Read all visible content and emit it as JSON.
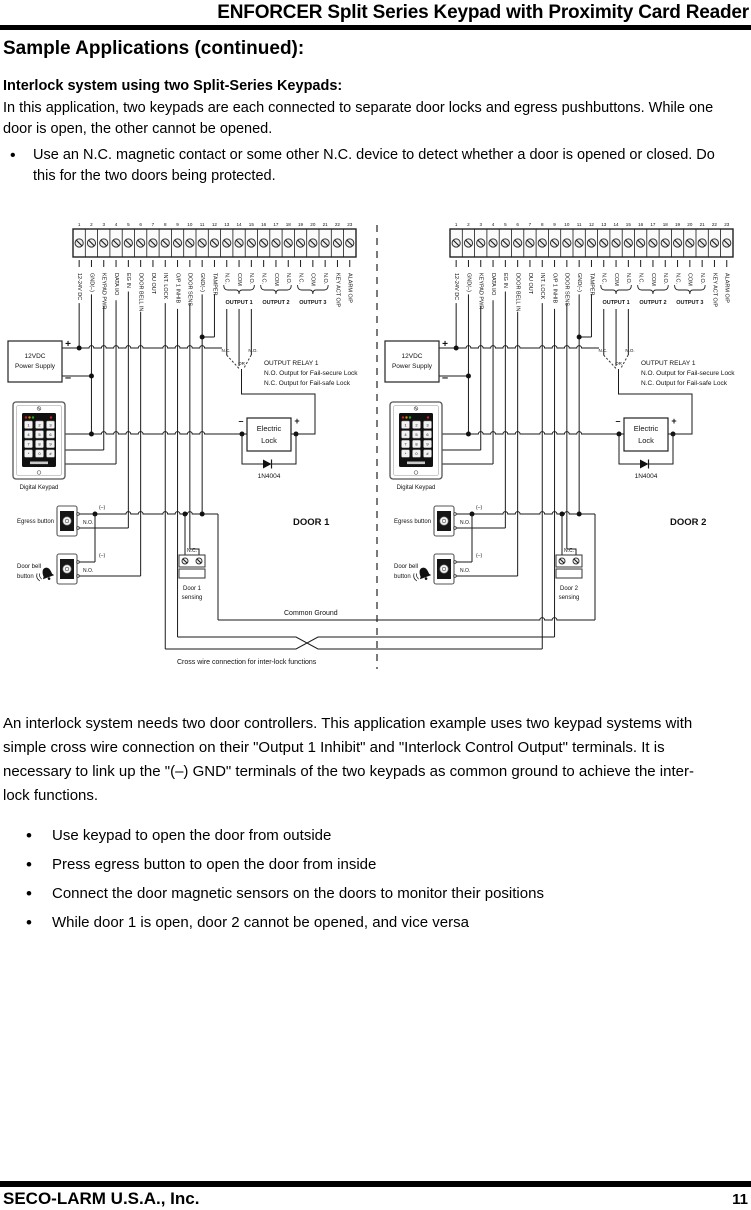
{
  "page": {
    "header_title": "ENFORCER Split Series Keypad with Proximity Card Reader",
    "section_heading": "Sample Applications (continued):",
    "sub_heading": "Interlock system using two Split-Series Keypads:",
    "intro_paragraph": "In this application, two keypads are each connected to separate door locks and egress pushbuttons. While one door is open, the other cannot be opened.",
    "intro_bullets": [
      "Use an N.C. magnetic contact or some other N.C. device to detect whether a door is opened or closed. Do this for the two doors being protected."
    ],
    "body_paragraph": "An interlock system needs two door controllers. This application example uses two keypad systems with simple cross wire connection on their \"Output 1 Inhibit\" and \"Interlock Control Output\" terminals. It is necessary to link up the \"(–) GND\" terminals of the two keypads as common ground to achieve the inter-lock functions.",
    "body_bullets": [
      "Use keypad to open the door from outside",
      "Press egress button to open the door from inside",
      "Connect the door magnetic sensors on the doors to monitor their positions",
      "While door 1 is open, door 2 cannot be opened, and vice versa"
    ],
    "footer_company": "SECO-LARM U.S.A., Inc.",
    "footer_page": "11"
  },
  "diagram": {
    "terminal_numbers": [
      "1",
      "2",
      "3",
      "4",
      "5",
      "6",
      "7",
      "8",
      "9",
      "10",
      "11",
      "12",
      "13",
      "14",
      "15",
      "16",
      "17",
      "18",
      "19",
      "20",
      "21",
      "22",
      "23"
    ],
    "terminal_labels": [
      "12-24V DC",
      "GND(–)",
      "KEYPAD PWR",
      "DATA I/O",
      "EG IN",
      "DOOR BELL IN",
      "DU OUT",
      "INT. LOCK",
      "O/P 1 INHIB",
      "DOOR SENS",
      "GND(–)",
      "TAMPER",
      "N.C.",
      "COM",
      "N.O.",
      "N.C.",
      "COM",
      "N.O.",
      "N.C.",
      "COM",
      "N.O.",
      "KEY ACT O/P",
      "ALARM O/P"
    ],
    "output_groups": [
      {
        "label": "OUTPUT 1",
        "terminals": [
          13,
          15
        ]
      },
      {
        "label": "OUTPUT 2",
        "terminals": [
          16,
          18
        ]
      },
      {
        "label": "OUTPUT 3",
        "terminals": [
          19,
          21
        ]
      }
    ],
    "power_supply_lines": [
      "12VDC",
      "Power Supply"
    ],
    "plus": "+",
    "minus": "–",
    "keypad_label": "Digital Keypad",
    "keypad_keys": [
      "1",
      "2",
      "3",
      "4",
      "5",
      "6",
      "7",
      "8",
      "9",
      "*",
      "0",
      "#"
    ],
    "led_colors": [
      "#cc2222",
      "#dd8800",
      "#22aa22",
      "#cc2222"
    ],
    "relay": {
      "nc": "N.C.",
      "no": "N.O.",
      "or": "OR"
    },
    "relay_note": [
      "OUTPUT RELAY 1",
      "N.O. Output for Fail-secure Lock",
      "N.C. Output for Fail-safe Lock"
    ],
    "lock_lines": [
      "Electric",
      "Lock"
    ],
    "diode_label": "1N4004",
    "egress_label": "Egress button",
    "doorbell_lines": [
      "Door bell",
      "button"
    ],
    "no_label": "N.O.",
    "nc_label": "N.C.",
    "neg_label": "(–)",
    "halves": [
      {
        "door_label": "DOOR 1",
        "sensing_lines": [
          "Door 1",
          "sensing"
        ]
      },
      {
        "door_label": "DOOR 2",
        "sensing_lines": [
          "Door 2",
          "sensing"
        ]
      }
    ],
    "common_ground_label": "Common Ground",
    "cross_wire_label": "Cross wire connection for inter-lock functions"
  }
}
